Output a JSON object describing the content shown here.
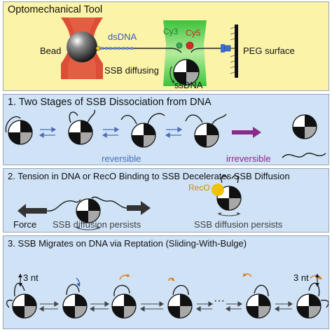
{
  "panel1": {
    "title": "Optomechanical Tool",
    "labels": {
      "bead": "Bead",
      "dsdna": "dsDNA",
      "cy3": "Cy3",
      "cy5": "Cy5",
      "peg": "PEG surface",
      "ssb_diffusing": "SSB diffusing",
      "ssdna": "ssDNA"
    }
  },
  "panel2": {
    "title": "1. Two Stages of SSB Dissociation from DNA",
    "reversible": "reversible",
    "irreversible": "irreversible"
  },
  "panel3": {
    "title": "2. Tension in DNA or RecO Binding to SSB Decelerates SSB Diffusion",
    "force": "Force",
    "reco": "RecO",
    "persists_left": "SSB diffusion persists",
    "persists_right": "SSB diffusion persists"
  },
  "panel4": {
    "title": "3. SSB Migrates on DNA via Reptation (Sliding-With-Bulge)",
    "nt_left": "3 nt",
    "nt_right": "3 nt",
    "ellipsis": "···"
  },
  "colors": {
    "yellow_bg": "#fbf3a8",
    "blue_bg": "#cfe2f6",
    "cy3": "#3aa85a",
    "cy5": "#cc2222",
    "dsdna": "#3a5fb0",
    "reversible": "#4a6fb5",
    "irreversible": "#8a2a8a",
    "reco": "#e8b400",
    "orange_arrow": "#e07a10"
  }
}
